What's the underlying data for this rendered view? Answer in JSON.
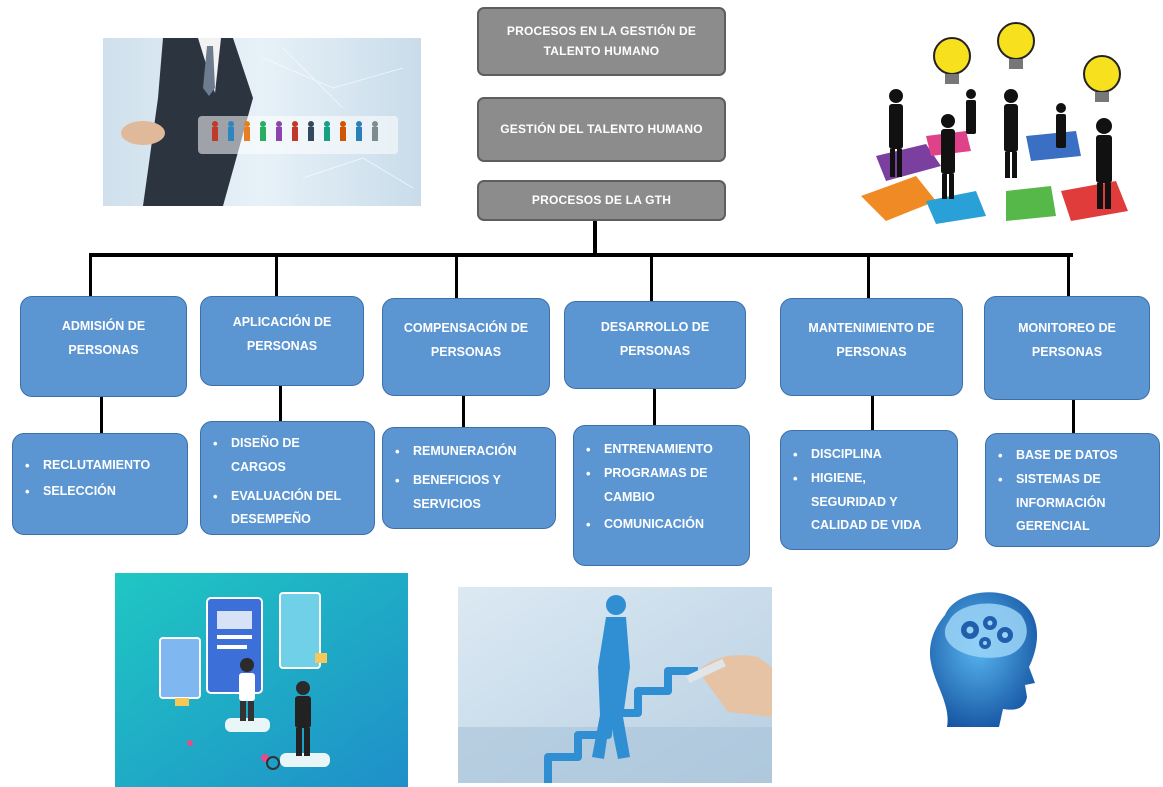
{
  "header": {
    "title": "PROCESOS EN LA GESTIÓN DE TALENTO HUMANO",
    "subtitle": "GESTIÓN DEL TALENTO HUMANO",
    "processes": "PROCESOS DE LA GTH"
  },
  "categories": [
    {
      "label": "ADMISIÓN DE PERSONAS",
      "items": [
        "RECLUTAMIENTO",
        "SELECCIÓN"
      ]
    },
    {
      "label": "APLICACIÓN DE PERSONAS",
      "items": [
        "DISEÑO DE CARGOS",
        "EVALUACIÓN DEL DESEMPEÑO"
      ]
    },
    {
      "label": "COMPENSACIÓN DE PERSONAS",
      "items": [
        "REMUNERACIÓN",
        "BENEFICIOS Y SERVICIOS"
      ]
    },
    {
      "label": "DESARROLLO DE PERSONAS",
      "items": [
        "ENTRENAMIENTO",
        "PROGRAMAS DE CAMBIO",
        "COMUNICACIÓN"
      ]
    },
    {
      "label": "MANTENIMIENTO DE PERSONAS",
      "items": [
        "DISCIPLINA",
        "HIGIENE, SEGURIDAD Y CALIDAD DE VIDA"
      ]
    },
    {
      "label": "MONITOREO DE PERSONAS",
      "items": [
        "BASE DE DATOS",
        "SISTEMAS DE INFORMACIÓN GERENCIAL"
      ]
    }
  ],
  "colors": {
    "header_box": "#8c8c8c",
    "category_box": "#5b95d2",
    "connector": "#000000"
  },
  "images": [
    "businessman-network-photo",
    "lightbulb-puzzle-team-illustration",
    "recruitment-profile-illustration",
    "staircase-growth-photo",
    "brain-gears-head-icon"
  ]
}
